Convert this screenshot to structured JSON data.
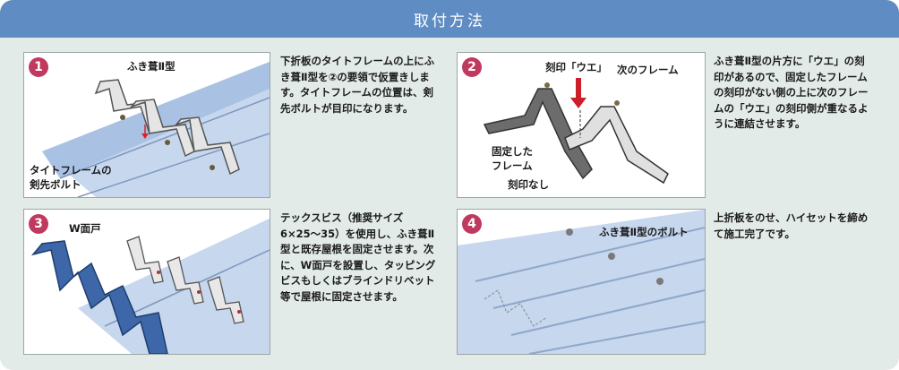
{
  "header": {
    "title": "取付方法"
  },
  "steps": [
    {
      "number": "1",
      "labels": {
        "top": "ふき葺Ⅱ型",
        "bottom_line1": "タイトフレームの",
        "bottom_line2": "剣先ボルト"
      },
      "description": "下折板のタイトフレームの上にふき葺Ⅱ型を②の要領で仮置きします。タイトフレームの位置は、剣先ボルトが目印になります。"
    },
    {
      "number": "2",
      "labels": {
        "mark": "刻印「ウエ」",
        "next": "次のフレーム",
        "fixed_line1": "固定した",
        "fixed_line2": "フレーム",
        "none": "刻印なし"
      },
      "description": "ふき葺Ⅱ型の片方に「ウエ」の刻印があるので、固定したフレームの刻印がない側の上に次のフレームの「ウエ」の刻印側が重なるように連結させます。"
    },
    {
      "number": "3",
      "labels": {
        "w": "W面戸"
      },
      "description": "テックスビス（推奨サイズ6×25〜35）を使用し、ふき葺Ⅱ型と既存屋根を固定させます。次に、W面戸を設置し、タッピングビスもしくはブラインドリベット等で屋根に固定させます。"
    },
    {
      "number": "4",
      "labels": {
        "bolt": "ふき葺Ⅱ型のボルト"
      },
      "description": "上折板をのせ、ハイセットを締めて施工完了です。"
    }
  ],
  "colors": {
    "header": "#5f8dc3",
    "panel": "#e3ebe8",
    "step_badge": "#c0395e",
    "roof": "#bfd2ea",
    "w_closure": "#3d67a8"
  }
}
